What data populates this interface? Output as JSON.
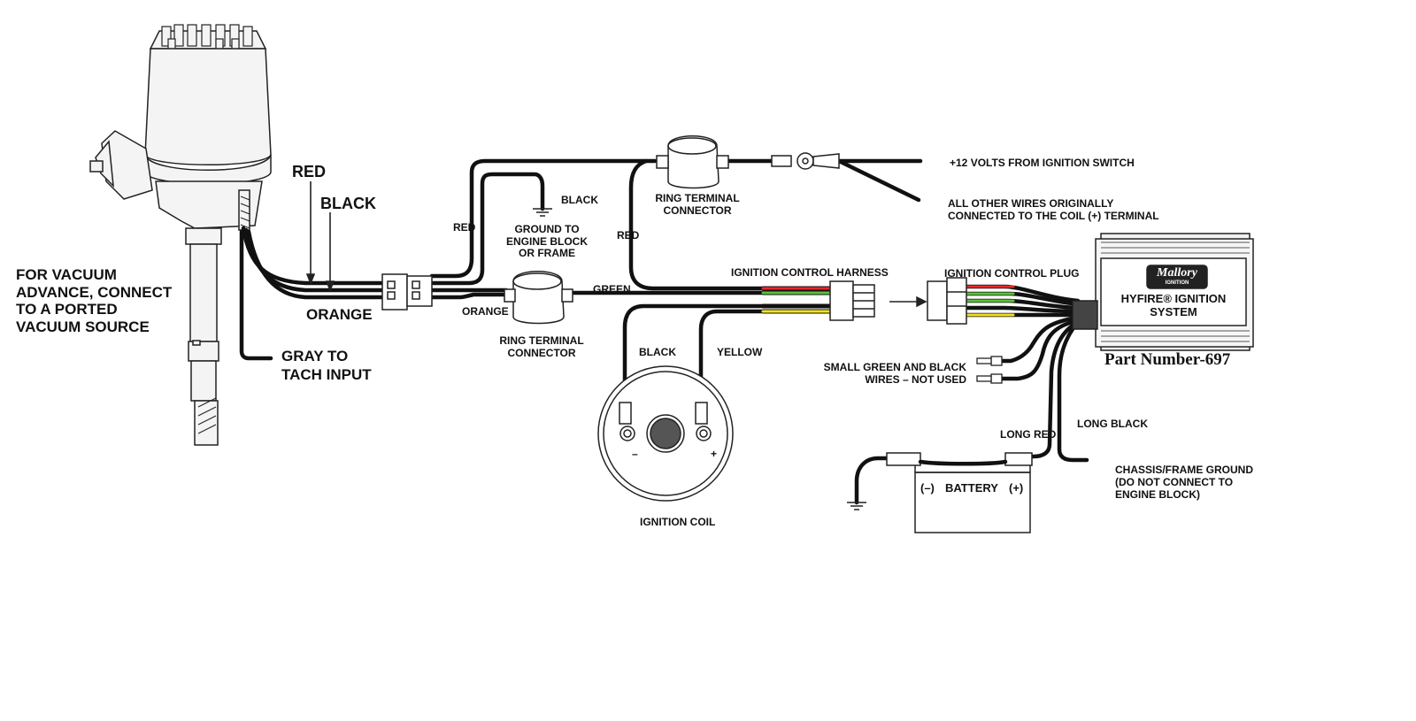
{
  "labels": {
    "vacuum": [
      "FOR VACUUM",
      "ADVANCE, CONNECT",
      "TO A PORTED",
      "VACUUM SOURCE"
    ],
    "red_dist": "RED",
    "black_dist": "BLACK",
    "orange_dist": "ORANGE",
    "gray_tach": [
      "GRAY TO",
      "TACH INPUT"
    ],
    "red_left": "RED",
    "black_ground": "BLACK",
    "ground_to": [
      "GROUND TO",
      "ENGINE BLOCK",
      "OR FRAME"
    ],
    "orange_small": "ORANGE",
    "green": "GREEN",
    "ring_terminal_1": [
      "RING TERMINAL",
      "CONNECTOR"
    ],
    "ring_terminal_2": [
      "RING TERMINAL",
      "CONNECTOR"
    ],
    "red_mid": "RED",
    "plus12": "+12 VOLTS FROM IGNITION SWITCH",
    "all_other": [
      "ALL OTHER WIRES ORIGINALLY",
      "CONNECTED TO THE COIL (+) TERMINAL"
    ],
    "harness": "IGNITION CONTROL HARNESS",
    "plug": "IGNITION CONTROL PLUG",
    "black_coil": "BLACK",
    "yellow_coil": "YELLOW",
    "coil_minus": "–",
    "coil_plus": "+",
    "ignition_coil": "IGNITION COIL",
    "small_green": [
      "SMALL GREEN AND BLACK",
      "WIRES – NOT USED"
    ],
    "long_red": "LONG RED",
    "long_black": "LONG BLACK",
    "chassis": [
      "CHASSIS/FRAME GROUND",
      "(DO NOT CONNECT TO",
      "ENGINE BLOCK)"
    ],
    "battery_minus": "(–)",
    "battery_label": "BATTERY",
    "battery_plus": "(+)",
    "mallory": "Mallory",
    "mallory_sub": "IGNITION",
    "hyfire_line1": "HYFIRE® IGNITION",
    "hyfire_line2": "SYSTEM",
    "part_number": "Part Number-697"
  },
  "colors": {
    "wire": "#111111",
    "red": "#e8262a",
    "green": "#5bc23a",
    "yellow": "#f2e21d",
    "outline": "#222222",
    "box_fill": "#f1f1f1"
  }
}
